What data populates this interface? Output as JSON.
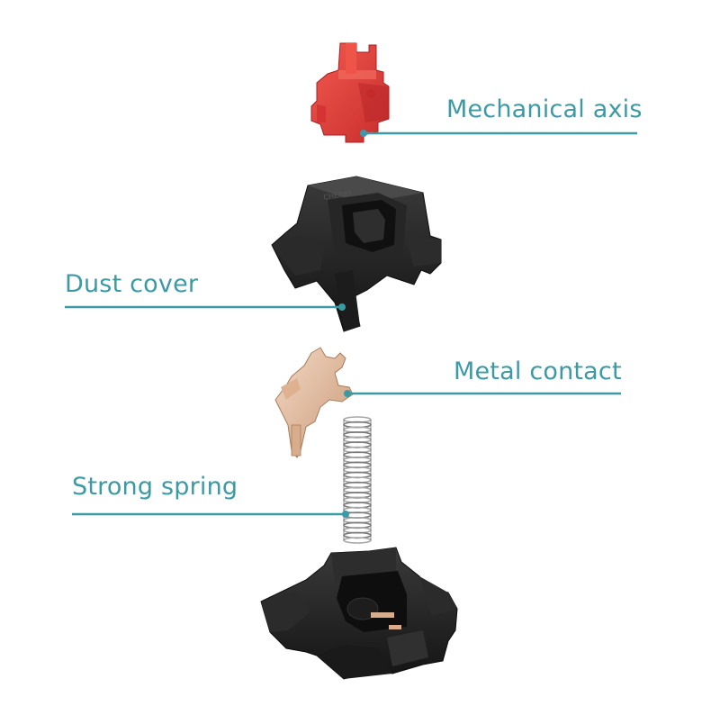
{
  "labels": {
    "mechanical_axis": "Mechanical axis",
    "dust_cover": "Dust cover",
    "metal_contact": "Metal contact",
    "strong_spring": "Strong spring"
  },
  "colors": {
    "accent": "#3b9aa3",
    "stem_red": "#e0393a",
    "housing_black": "#1f1f1f",
    "contact_copper": "#e6c1a6",
    "spring_silver": "#8c8c8c",
    "background": "#ffffff"
  },
  "parts": [
    "switch-stem",
    "top-housing",
    "metal-contact",
    "spring",
    "bottom-housing"
  ]
}
